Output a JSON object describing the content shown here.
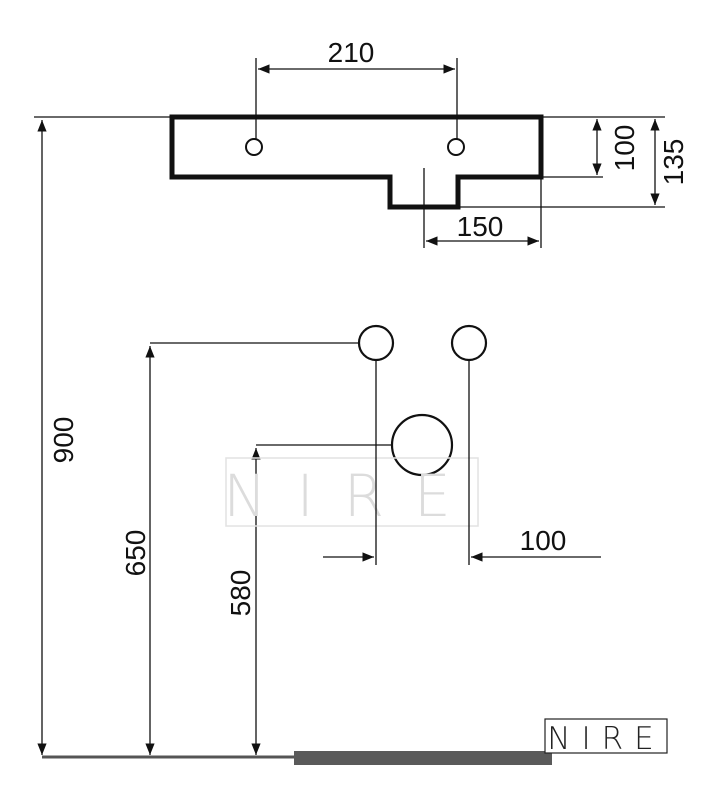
{
  "dimensions": {
    "tap_spacing_top": "210",
    "basin_depth": "100",
    "basin_total_depth": "135",
    "outlet_offset": "150",
    "total_height": "900",
    "supply_height": "650",
    "drain_height": "580",
    "supply_spacing": "100"
  },
  "watermark": {
    "center_text": "NIRE",
    "logo_text": "NIRE"
  },
  "colors": {
    "line": "#111111",
    "floor": "#555555",
    "watermark": "#dcdcdc"
  }
}
